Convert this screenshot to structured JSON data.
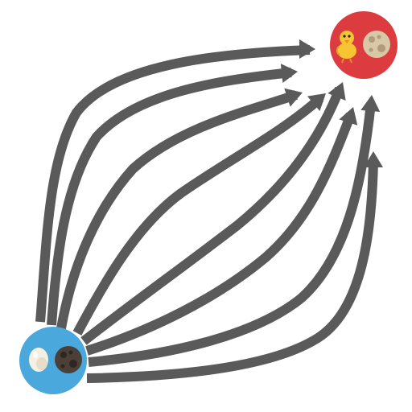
{
  "colors": {
    "arrow": "#5a5a5a",
    "source_node": "#4aa8dc",
    "target_node": "#dc3c40",
    "egg_shell": "#f5f0e2",
    "egg_shade": "#d9cfb4",
    "moon_dark": "#4a4038",
    "moon_dark_crater": "#2e2620",
    "moon_full": "#d8c8a8",
    "moon_full_crater": "#b09c7c",
    "chick_body": "#f7c531",
    "chick_beak": "#f08a24"
  },
  "nodes": {
    "source": {
      "icons": [
        "egg-icon",
        "new-moon-icon"
      ]
    },
    "target": {
      "icons": [
        "baby-chick-icon",
        "full-moon-icon"
      ]
    }
  },
  "edges": {
    "count": 8,
    "from": "source",
    "to": "target",
    "style": "curved-arrow"
  }
}
